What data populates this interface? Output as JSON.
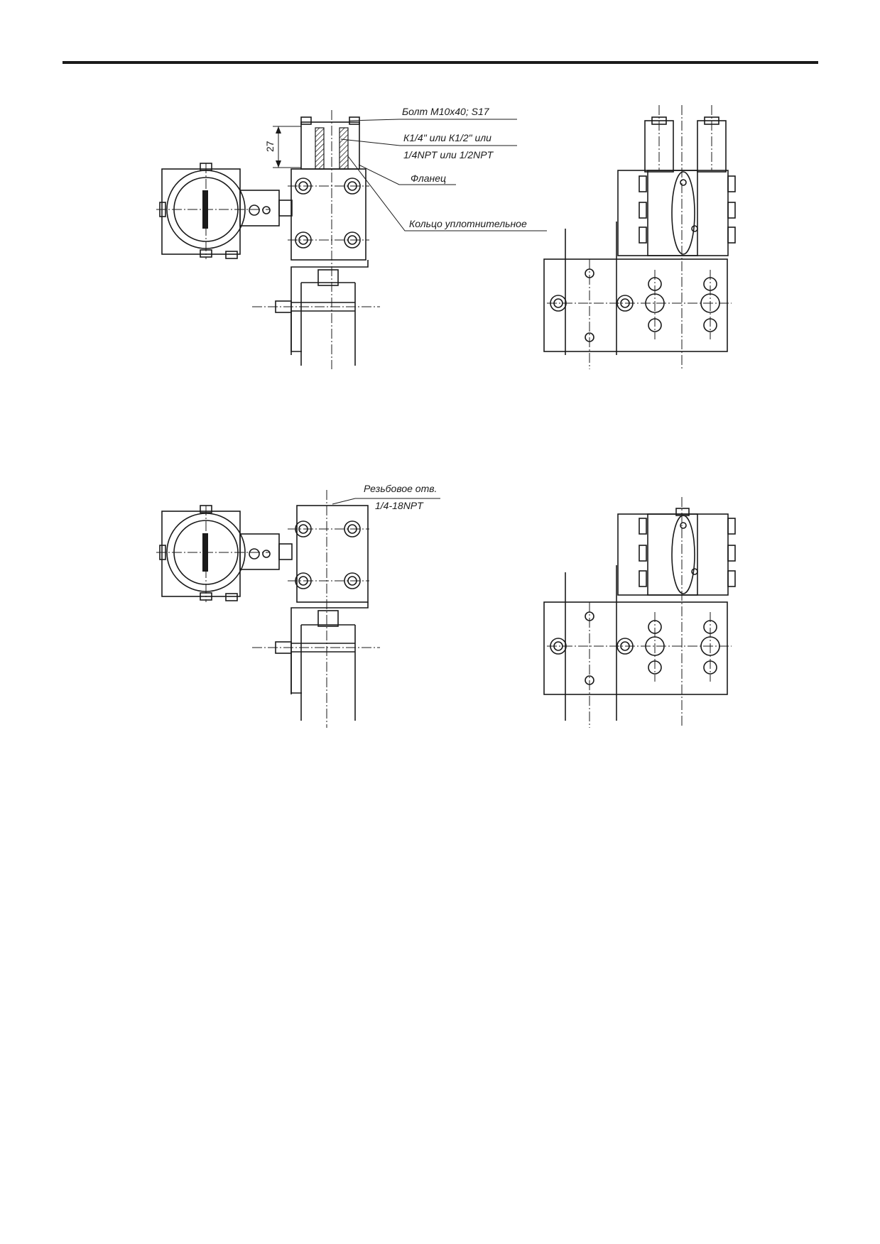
{
  "labels": {
    "bolt": "Болт М10х40; S17",
    "thread_line1": "К1/4\" или К1/2\" или",
    "thread_line2": "1/4NPT или 1/2NPT",
    "flange": "Фланец",
    "seal_ring": "Кольцо уплотнительное",
    "threaded_hole_line1": "Резьбовое отв.",
    "threaded_hole_line2": "1/4-18NPT"
  },
  "dimensions": {
    "height_27": "27"
  }
}
